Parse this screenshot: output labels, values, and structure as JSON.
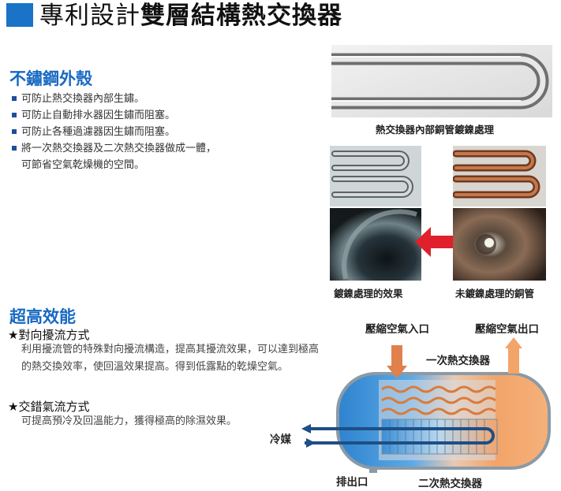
{
  "header": {
    "title_light": "專利設計",
    "title_bold": "雙層結構熱交換器"
  },
  "stainless": {
    "heading": "不鏽鋼外殼",
    "items": [
      "可防止熱交換器內部生鏽。",
      "可防止自動排水器因生鏽而阻塞。",
      "可防止各種過濾器因生鏽而阻塞。",
      "將一次熱交換器及二次熱交換器做成一體，"
    ],
    "item4_cont": "可節省空氣乾燥機的空間。"
  },
  "photos": {
    "top_caption": "熱交換器內部銅管鍍鎳處理",
    "left_caption": "鍍鎳處理的效果",
    "right_caption": "未鍍鎳處理的銅管"
  },
  "performance": {
    "heading": "超高效能",
    "feature1_title": "★對向擾流方式",
    "feature1_body": "利用擾流管的特殊對向擾流構造，提高其擾流效果，可以達到極高的熱交換效率，使回溫效果提高。得到低露點的乾燥空氣。",
    "feature2_title": "★交錯氣流方式",
    "feature2_body": "可提高預冷及回溫能力，獲得極高的除濕效果。"
  },
  "diagram": {
    "inlet": "壓縮空氣入口",
    "outlet": "壓縮空氣出口",
    "primary": "一次熱交換器",
    "refrigerant": "冷媒",
    "drain": "排出口",
    "secondary": "二次熱交換器"
  },
  "colors": {
    "accent_blue": "#1769c2",
    "arrow_red": "#e0202a",
    "cold": "#2f84cf",
    "warm": "#f2a469"
  }
}
